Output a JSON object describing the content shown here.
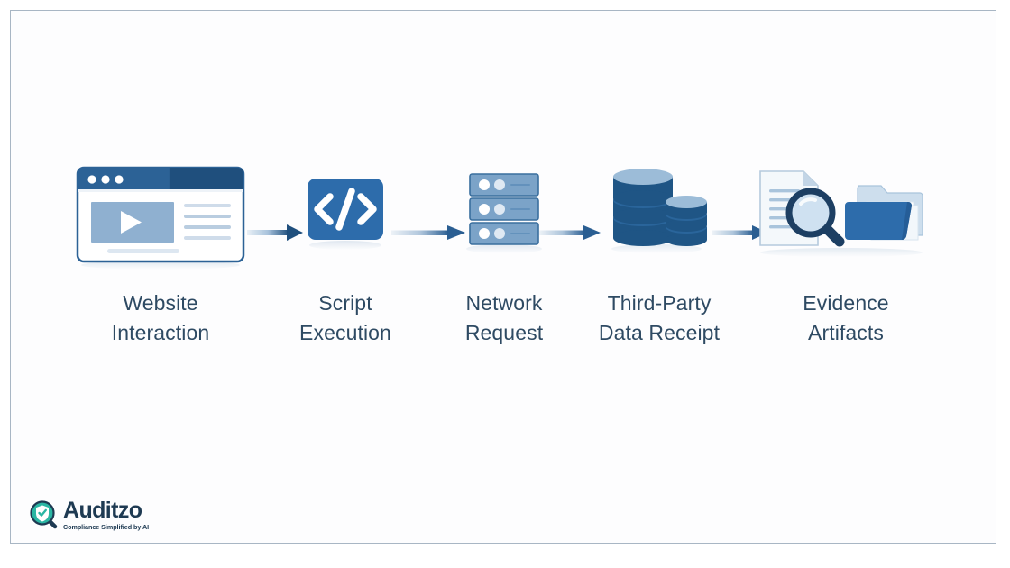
{
  "diagram": {
    "type": "process-flow",
    "orientation": "horizontal",
    "background_color": "#fdfdfe",
    "border_color": "#a8b6c4",
    "label_color": "#2e4a63",
    "accent_color": "#2e6da4",
    "steps": [
      {
        "id": "website-interaction",
        "label": "Website\nInteraction",
        "icon": "browser-window-video-icon"
      },
      {
        "id": "script-execution",
        "label": "Script\nExecution",
        "icon": "code-brackets-icon"
      },
      {
        "id": "network-request",
        "label": "Network\nRequest",
        "icon": "server-rack-icon"
      },
      {
        "id": "third-party-data-receipt",
        "label": "Third-Party\nData Receipt",
        "icon": "database-stack-icon"
      },
      {
        "id": "evidence-artifacts",
        "label": "Evidence\nArtifacts",
        "icon": "document-magnifier-folder-icon"
      }
    ],
    "connectors": [
      {
        "id": "arrow-1",
        "from": "website-interaction",
        "to": "script-execution",
        "icon": "arrow-right-icon"
      },
      {
        "id": "arrow-2",
        "from": "script-execution",
        "to": "network-request",
        "icon": "arrow-right-icon"
      },
      {
        "id": "arrow-3",
        "from": "network-request",
        "to": "third-party-data-receipt",
        "icon": "arrow-right-icon"
      },
      {
        "id": "arrow-4",
        "from": "third-party-data-receipt",
        "to": "evidence-artifacts",
        "icon": "arrow-right-icon"
      }
    ]
  },
  "logo": {
    "wordmark": "Auditzo",
    "tagline": "Compliance Simplified by AI",
    "mark_icon": "shield-check-magnifier-icon",
    "mark_color": "#2bb6a3",
    "text_color": "#1e3a52"
  }
}
